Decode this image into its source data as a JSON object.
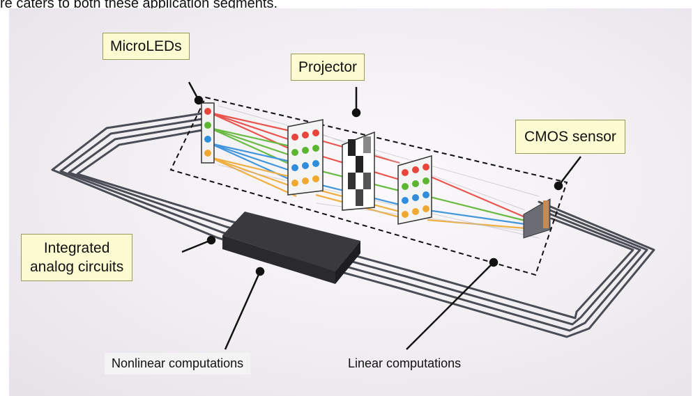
{
  "caption_fragment": "re caters to both these application segments.",
  "labels": {
    "microleds": "MicroLEDs",
    "projector": "Projector",
    "cmos_sensor": "CMOS sensor",
    "integrated_analog_line1": "Integrated",
    "integrated_analog_line2": "analog circuits",
    "nonlinear": "Nonlinear computations",
    "linear": "Linear computations"
  },
  "colors": {
    "callout_fill": "#fdfbd2",
    "red": "#e8453c",
    "green": "#5bb531",
    "blue": "#2f8ddb",
    "orange": "#f0a830",
    "chip": "#3a3a3c",
    "fiber": "#4a4d55"
  }
}
